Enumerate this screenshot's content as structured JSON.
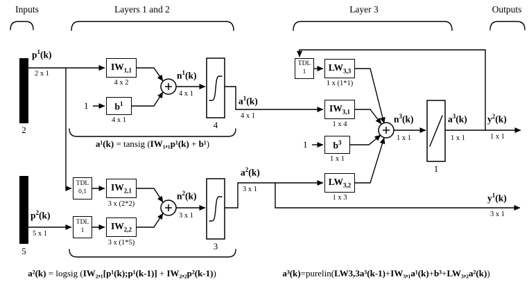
{
  "sections": {
    "inputs": "Inputs",
    "layers12": "Layers 1 and 2",
    "layer3": "Layer 3",
    "outputs": "Outputs"
  },
  "inputs": {
    "p1": {
      "base": "p",
      "sup": "1",
      "arg": "(k)",
      "dim": "2 x 1",
      "size": "2"
    },
    "p2": {
      "base": "p",
      "sup": "2",
      "arg": "(k)",
      "dim": "5 x 1",
      "size": "5"
    }
  },
  "layer1": {
    "iw11": {
      "base": "IW",
      "sub": "1,1",
      "dim": "4 x 2"
    },
    "bias_input": "1",
    "b1": {
      "base": "b",
      "sup": "1",
      "dim": "4 x 1"
    },
    "n1": {
      "base": "n",
      "sup": "1",
      "arg": "(k)",
      "dim": "4 x 1"
    },
    "size": "4",
    "a1": {
      "base": "a",
      "sup": "1",
      "arg": "(k)",
      "dim": "4 x 1"
    },
    "equation": [
      {
        "t": "a¹(k)",
        "b": true
      },
      {
        "t": " = tansig ("
      },
      {
        "t": "IW₁,₁p¹(k)",
        "b": true
      },
      {
        "t": " + "
      },
      {
        "t": "b¹",
        "b": true
      },
      {
        "t": ")"
      }
    ]
  },
  "layer2": {
    "tdl_a": {
      "label": "TDL",
      "delays": "0,1"
    },
    "iw21": {
      "base": "IW",
      "sub": "2,1",
      "dim": "3 x (2*2)"
    },
    "tdl_b": {
      "label": "TDL",
      "delays": "1"
    },
    "iw22": {
      "base": "IW",
      "sub": "2,2",
      "dim": "3 x (1*5)"
    },
    "n2": {
      "base": "n",
      "sup": "2",
      "arg": "(k)",
      "dim": "3 x 1"
    },
    "size": "3",
    "a2": {
      "base": "a",
      "sup": "2",
      "arg": "(k)",
      "dim": "3 x 1"
    },
    "equation": [
      {
        "t": "a²(k)",
        "b": true
      },
      {
        "t": " = logsig ("
      },
      {
        "t": "IW₂,₁[p¹(k);p¹(k-1)]",
        "b": true
      },
      {
        "t": " + "
      },
      {
        "t": "IW₂,₂p²(k-1)",
        "b": true
      },
      {
        "t": ")"
      }
    ]
  },
  "layer3": {
    "tdl": {
      "label": "TDL",
      "delays": "1"
    },
    "lw33": {
      "base": "LW",
      "sub": "3,3",
      "dim": "1 x (1*1)"
    },
    "iw31": {
      "base": "IW",
      "sub": "3,1",
      "dim": "1 x 4"
    },
    "bias_input": "1",
    "b3": {
      "base": "b",
      "sup": "3",
      "dim": "1 x 1"
    },
    "lw32": {
      "base": "LW",
      "sub": "3,2",
      "dim": "1 x 3"
    },
    "n3": {
      "base": "n",
      "sup": "3",
      "arg": "(k)",
      "dim": "1 x 1"
    },
    "size": "1",
    "a3": {
      "base": "a",
      "sup": "3",
      "arg": "(k)",
      "dim": "1 x 1"
    },
    "equation": [
      {
        "t": "a³(k)",
        "b": true
      },
      {
        "t": "=purelin("
      },
      {
        "t": "LW3,3a³(k-1)",
        "b": true
      },
      {
        "t": "+"
      },
      {
        "t": "IW₃,₁a¹(k)",
        "b": true
      },
      {
        "t": "+"
      },
      {
        "t": "b³",
        "b": true
      },
      {
        "t": "+"
      },
      {
        "t": "LW₃,₂a²(k)",
        "b": true
      },
      {
        "t": ")"
      }
    ]
  },
  "outputs": {
    "y2": {
      "base": "y",
      "sup": "2",
      "arg": "(k)",
      "dim": "1 x 1"
    },
    "y1": {
      "base": "y",
      "sup": "1",
      "arg": "(k)",
      "dim": "3 x 1"
    }
  }
}
